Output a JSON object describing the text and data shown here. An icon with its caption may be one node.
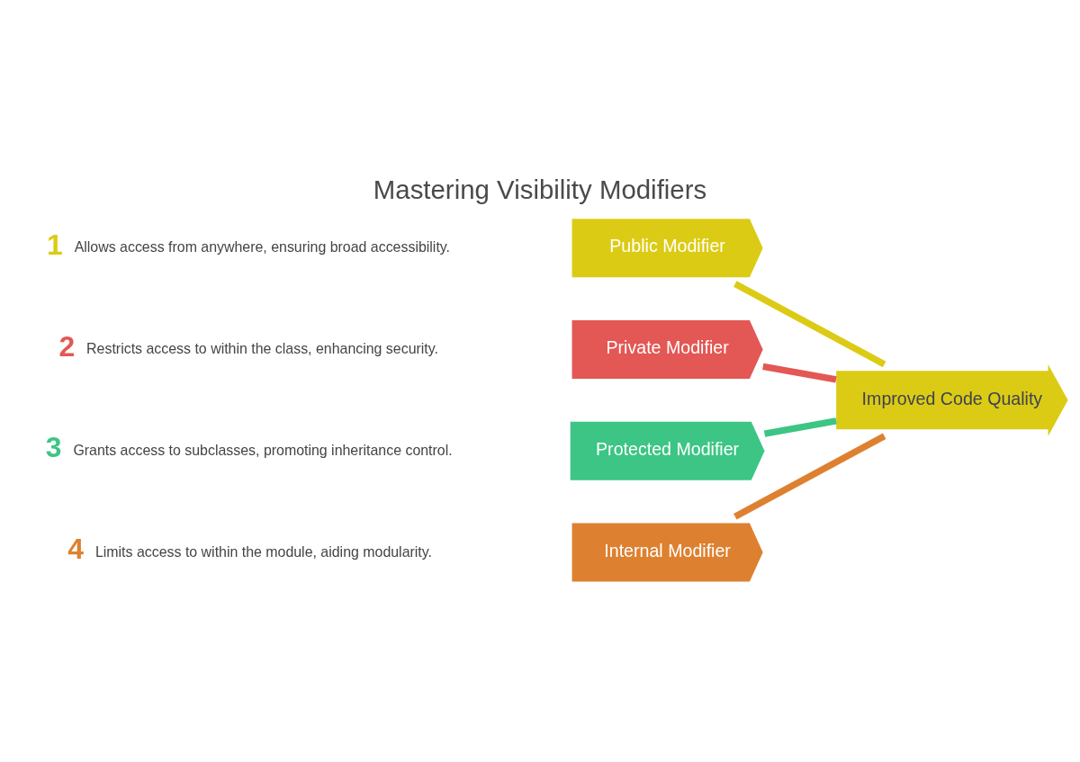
{
  "diagram": {
    "title": "Mastering Visibility Modifiers",
    "nodes": [
      {
        "text": [
          "Public Modifier"
        ],
        "beside": [
          "1",
          "Allows access from anywhere, ensuring broad accessibility."
        ]
      },
      {
        "text": [
          "Private Modifier"
        ],
        "beside": [
          "2",
          "Restricts access to within the class, enhancing security."
        ]
      },
      {
        "text": [
          "Protected Modifier"
        ],
        "beside": [
          "3",
          "Grants access to subclasses, promoting inheritance control."
        ]
      },
      {
        "text": [
          "Internal Modifier"
        ],
        "beside": [
          "4",
          "Limits access to within the module, aiding modularity."
        ]
      },
      {
        "text": [
          "Improved Code Quality"
        ]
      }
    ],
    "edges": [
      {
        "from": 0,
        "to": 4,
        "arrow": "none",
        "color": "#dccb14"
      },
      {
        "from": 1,
        "to": 4,
        "arrow": "none",
        "color": "#e35754"
      },
      {
        "from": 2,
        "to": 4,
        "arrow": "none",
        "color": "#3cc584"
      },
      {
        "from": 3,
        "to": 4,
        "arrow": "none",
        "color": "#dd8130"
      }
    ]
  }
}
